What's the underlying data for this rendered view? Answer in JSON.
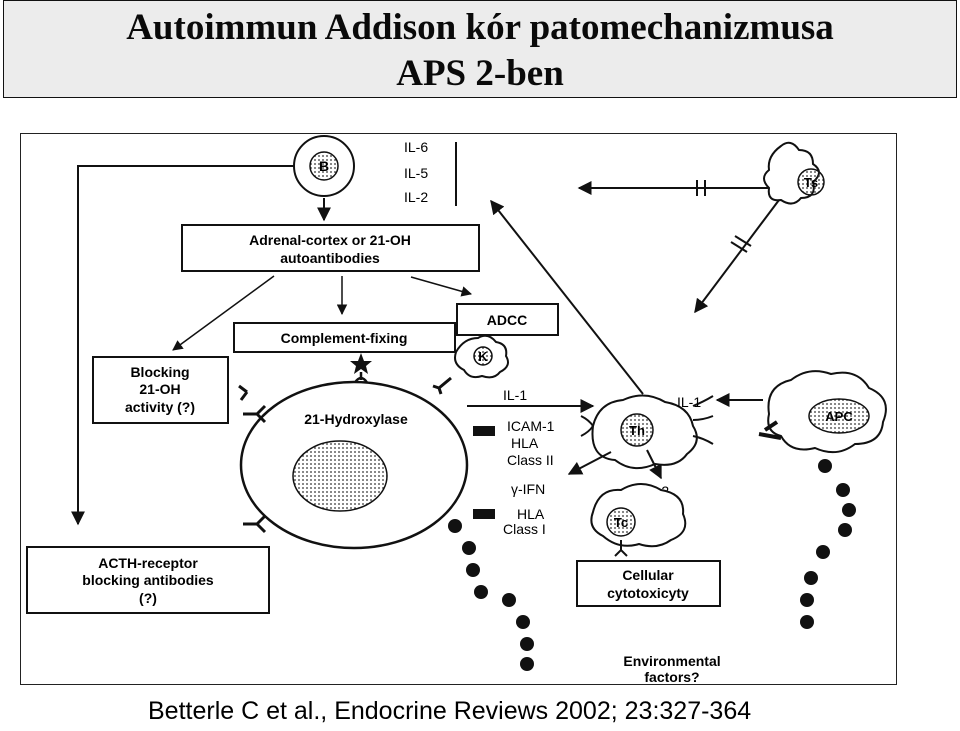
{
  "title": {
    "line1": "Autoimmun Addison kór patomechanizmusa",
    "line2": "APS 2-ben"
  },
  "diagram": {
    "cells": {
      "b_cell": "B",
      "k_cell": "K",
      "ts_cell": "Ts",
      "th_cell": "Th",
      "tc_cell": "Tc",
      "apc_cell": "APC",
      "adrenal_cell": "21-Hydroxylase"
    },
    "cytokines": {
      "il6": "IL-6",
      "il5": "IL-5",
      "il2": "IL-2"
    },
    "boxes": {
      "autoantibodies_line1": "Adrenal-cortex or 21-OH",
      "autoantibodies_line2": "autoantibodies",
      "complement": "Complement-fixing",
      "adcc": "ADCC",
      "blocking_line1": "Blocking",
      "blocking_line2": "21-OH",
      "blocking_line3": "activity (?)",
      "acth_line1": "ACTH-receptor",
      "acth_line2": "blocking antibodies",
      "acth_line3": "(?)",
      "cellular_line1": "Cellular",
      "cellular_line2": "cytotoxicyty"
    },
    "labels": {
      "il1_left": "IL-1",
      "icam": "ICAM-1",
      "hla": "HLA",
      "class2": "Class II",
      "ifn": "γ-IFN",
      "hla2": "HLA",
      "class1": "Class I",
      "il1_right": "IL-1",
      "il2_th": "IL-2"
    },
    "environmental_line1": "Environmental",
    "environmental_line2": "factors?"
  },
  "caption": "Betterle C et al., Endocrine Reviews 2002; 23:327-364"
}
